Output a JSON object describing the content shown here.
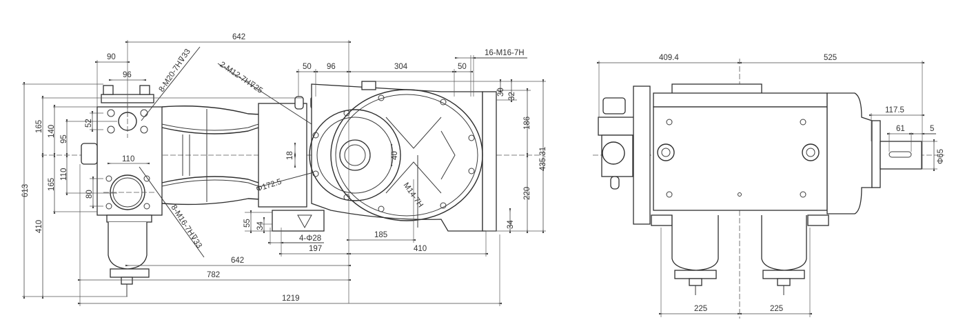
{
  "drawing": {
    "side_view": {
      "dims": {
        "overall_top": "642",
        "d90": "90",
        "d96_top": "96",
        "thread_outlet": "8-M20-7H⊽33",
        "thread_top": "2-M12-7H⊽25",
        "d50_left": "50",
        "d96_mid": "96",
        "d304": "304",
        "d50_right": "50",
        "thread_flange": "16-M16-7H",
        "d30": "30",
        "d32": "32",
        "d186": "186",
        "d435": "435.31",
        "d220": "220",
        "d34_right": "34",
        "d613": "613",
        "d165_upper": "165",
        "d140": "140",
        "d95": "95",
        "d52": "52",
        "d110_vert": "110",
        "d165_lower": "165",
        "d410_vert": "410",
        "d80": "80",
        "d110_horiz": "110",
        "thread_inlet": "8-M16-7H⊽33",
        "d18": "18",
        "d40": "40",
        "dia172": "Φ172.5",
        "thread_m14": "M14-7H",
        "d55": "55",
        "d34_left": "34",
        "holes": "4-Φ28",
        "d185": "185",
        "d197": "197",
        "d410_horiz": "410",
        "bottom_642": "642",
        "d782": "782",
        "d1219": "1219"
      }
    },
    "top_view": {
      "dims": {
        "d409": "409.4",
        "d525": "525",
        "d117": "117.5",
        "d61": "61",
        "d5": "5",
        "dia65": "Φ65",
        "d225_left": "225",
        "d225_right": "225"
      }
    }
  }
}
